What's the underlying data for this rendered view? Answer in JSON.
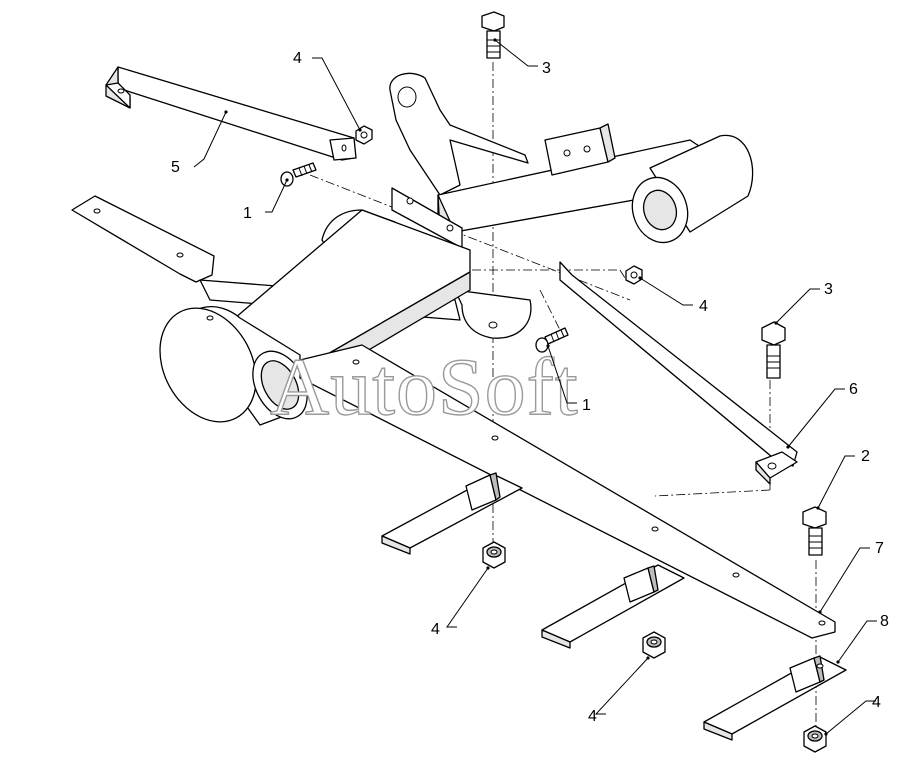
{
  "callouts": {
    "c1a": "1",
    "c1b": "1",
    "c2": "2",
    "c3a": "3",
    "c3b": "3",
    "c4a": "4",
    "c4b": "4",
    "c4c": "4",
    "c4d": "4",
    "c4e": "4",
    "c5": "5",
    "c6": "6",
    "c7": "7",
    "c8": "8"
  },
  "watermark": "AutoSoft"
}
